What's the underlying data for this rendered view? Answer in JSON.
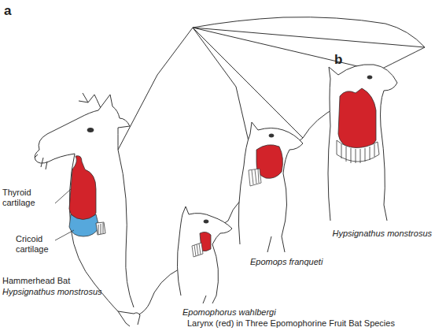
{
  "diagram": {
    "labels": [
      "a",
      "b",
      "Thyroid cartilage",
      "Cricoid cartilage",
      "Hammerhead Bat",
      "Hypsignathus monstrosus",
      "Epomophorus wahlbergi",
      "Epomops franqueti",
      "Hypsignathus monstrosus",
      "Larynx (red) in Three Epomophorine Fruit Bat Species"
    ]
  }
}
